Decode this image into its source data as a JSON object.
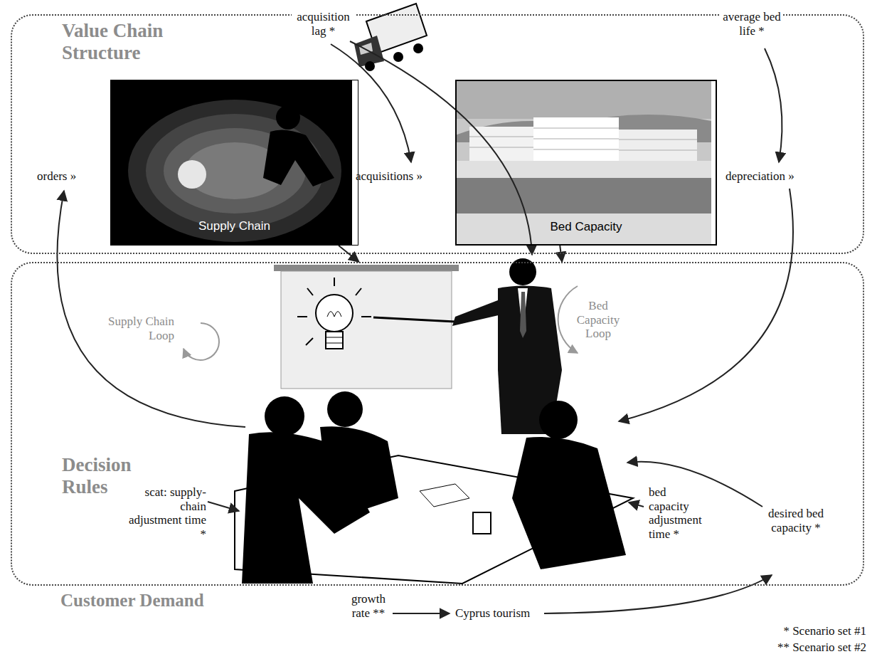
{
  "diagram": {
    "nodes": [
      {
        "text": [
          "Value Chain Structure"
        ]
      },
      {
        "text": [
          "Supply Chain"
        ],
        "in": 0
      },
      {
        "text": [
          "Bed Capacity"
        ],
        "in": 0
      },
      {
        "text": [
          "Decision Rules"
        ]
      }
    ],
    "edges": [
      {
        "from": 1,
        "to": 3,
        "arrow": "to"
      },
      {
        "from": 2,
        "to": 3,
        "arrow": "to"
      }
    ],
    "labels": [
      "acquisition lag *",
      "average bed life *",
      "orders »",
      "acquisitions »",
      "depreciation »",
      "Supply Chain Loop",
      "Bed Capacity Loop",
      "scat: supply-chain adjustment time *",
      "bed capacity adjustment time *",
      "desired bed capacity *",
      "Customer Demand",
      "growth rate **",
      "Cyprus tourism",
      "* Scenario set #1",
      "** Scenario set #2"
    ]
  }
}
